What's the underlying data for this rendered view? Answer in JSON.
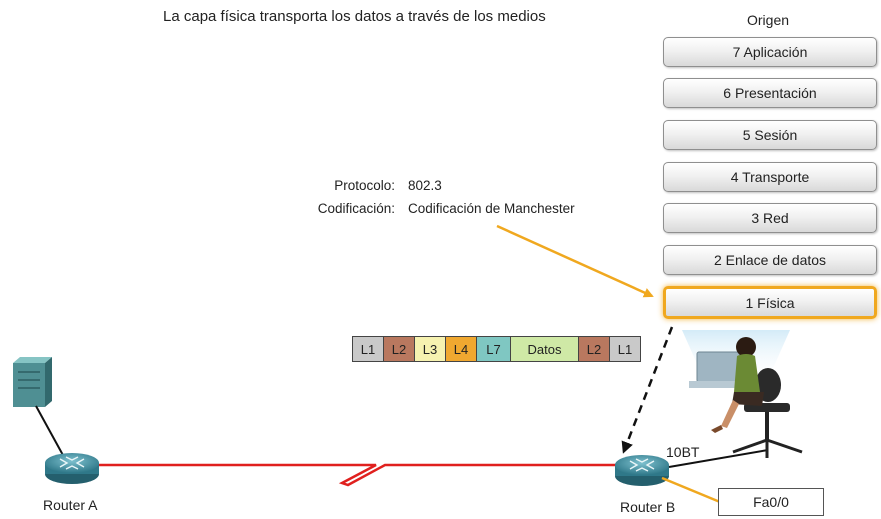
{
  "title": "La capa física transporta los datos a través de los medios",
  "osi": {
    "header": "Origen",
    "layers": [
      {
        "label": "7 Aplicación"
      },
      {
        "label": "6 Presentación"
      },
      {
        "label": "5 Sesión"
      },
      {
        "label": "4 Transporte"
      },
      {
        "label": "3 Red"
      },
      {
        "label": "2 Enlace de datos"
      },
      {
        "label": "1 Física",
        "active": true
      }
    ]
  },
  "protocol": {
    "protocol_key": "Protocolo:",
    "protocol_value": "802.3",
    "encoding_key": "Codificación:",
    "encoding_value": "Codificación de Manchester"
  },
  "frame": [
    {
      "label": "L1",
      "color": "#c9c9c9"
    },
    {
      "label": "L2",
      "color": "#b9785f"
    },
    {
      "label": "L3",
      "color": "#f6f2b0"
    },
    {
      "label": "L4",
      "color": "#f0a830"
    },
    {
      "label": "L7",
      "color": "#7fc7c2"
    },
    {
      "label": "Datos",
      "color": "#cfe9a6"
    },
    {
      "label": "L2",
      "color": "#b9785f"
    },
    {
      "label": "L1",
      "color": "#c9c9c9"
    }
  ],
  "network": {
    "router_a": "Router A",
    "router_b": "Router B",
    "link_label": "10BT",
    "port_label": "Fa0/0"
  },
  "colors": {
    "accent": "#f0a81f",
    "serial_link": "#e0201e",
    "router": "#3c8ea0",
    "server": "#4f8f93"
  }
}
